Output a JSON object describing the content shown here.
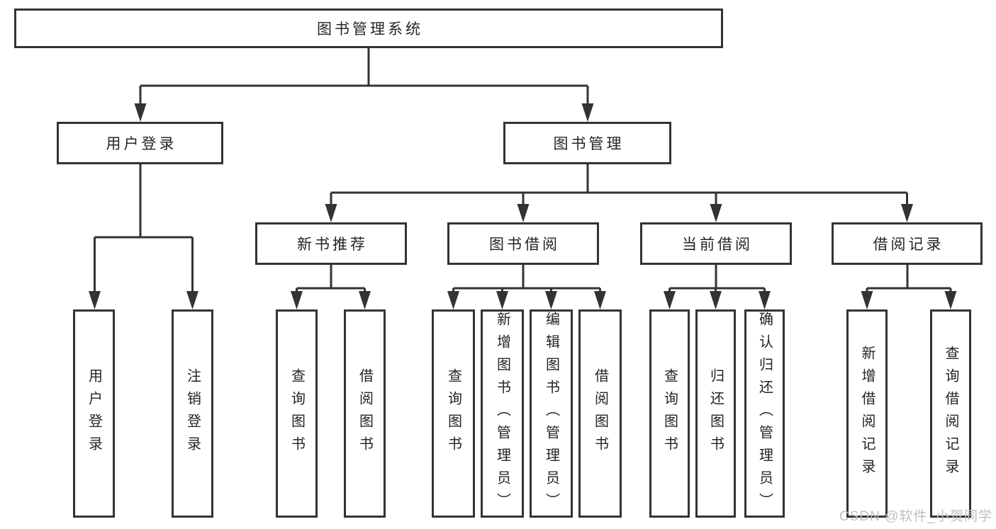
{
  "colors": {
    "line": "#333333",
    "border": "#333333",
    "text": "#242424",
    "watermark": "#bfbfbf",
    "background": "#ffffff"
  },
  "diagram": {
    "title": "图书管理系统",
    "branches": [
      {
        "label": "用户登录",
        "leaves": [
          {
            "label": "用户登录"
          },
          {
            "label": "注销登录"
          }
        ]
      },
      {
        "label": "图书管理",
        "groups": [
          {
            "label": "新书推荐",
            "leaves": [
              {
                "label": "查询图书"
              },
              {
                "label": "借阅图书"
              }
            ]
          },
          {
            "label": "图书借阅",
            "leaves": [
              {
                "label": "查询图书"
              },
              {
                "label": "新增图书（管理员）"
              },
              {
                "label": "编辑图书（管理员）"
              },
              {
                "label": "借阅图书"
              }
            ]
          },
          {
            "label": "当前借阅",
            "leaves": [
              {
                "label": "查询图书"
              },
              {
                "label": "归还图书"
              },
              {
                "label": "确认归还（管理员）"
              }
            ]
          },
          {
            "label": "借阅记录",
            "leaves": [
              {
                "label": "新增借阅记录"
              },
              {
                "label": "查询借阅记录"
              }
            ]
          }
        ]
      }
    ]
  },
  "watermark": {
    "text": "CSDN @软件_小贺同学"
  }
}
